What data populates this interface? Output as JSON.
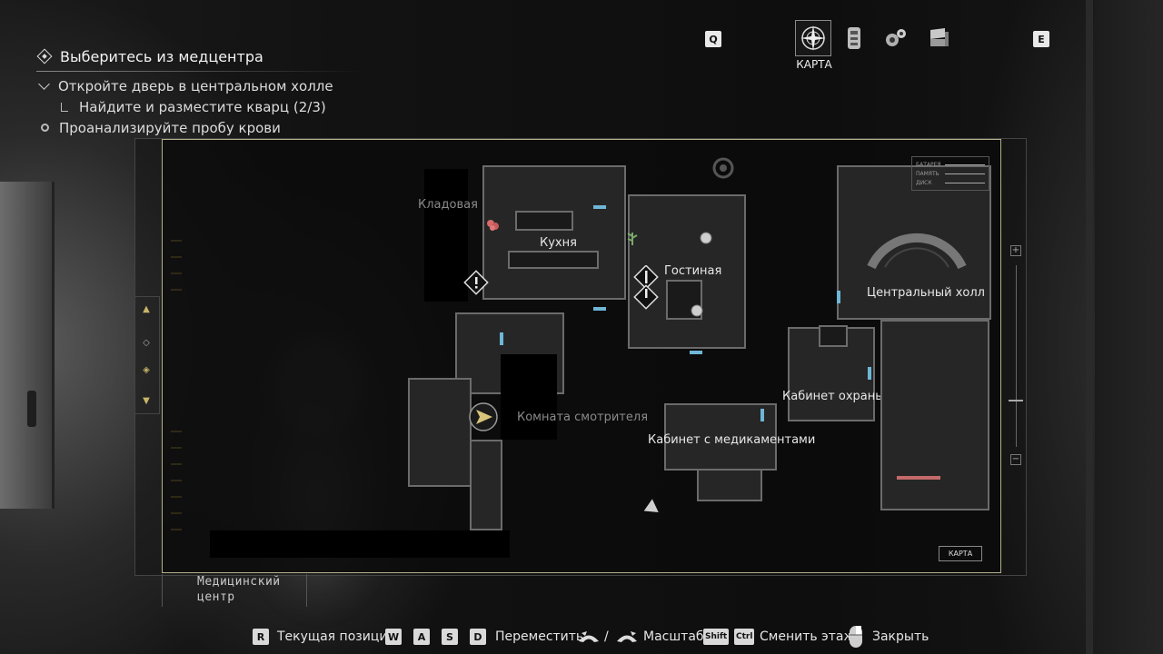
{
  "objectives": {
    "main": "Выберитесь из медцентра",
    "sub1": "Откройте дверь в центральном холле",
    "sub1_child": "Найдите и разместите кварц (2/3)",
    "sub2": "Проанализируйте пробу крови"
  },
  "tabs": {
    "prev_key": "Q",
    "next_key": "E",
    "active_label": "КАРТА",
    "items": [
      "map-compass-icon",
      "files-icon",
      "inventory-gears-icon",
      "save-desk-icon"
    ]
  },
  "map": {
    "area_name_line1": "Медицинский",
    "area_name_line2": "центр",
    "map_button": "КАРТА",
    "stats": [
      "БАТАРЕЯ",
      "ПАМЯТЬ",
      "ДИСК"
    ],
    "rooms": {
      "storage": "Кладовая",
      "kitchen": "Кухня",
      "living": "Гостиная",
      "central_hall": "Центральный холл",
      "security": "Кабинет охраны",
      "meds": "Кабинет с медикаментами",
      "caretaker": "Комната смотрителя"
    },
    "accent_color": "#b3b08a",
    "door_color": "#6fb6d6"
  },
  "controls": {
    "position_key": "R",
    "position_label": "Текущая позиция",
    "move_keys": [
      "W",
      "A",
      "S",
      "D"
    ],
    "move_label": "Переместить",
    "zoom_sep": "/",
    "zoom_label": "Масштаб",
    "floor_keys": [
      "Shift",
      "Ctrl"
    ],
    "floor_label": "Сменить этаж",
    "close_label": "Закрыть"
  }
}
